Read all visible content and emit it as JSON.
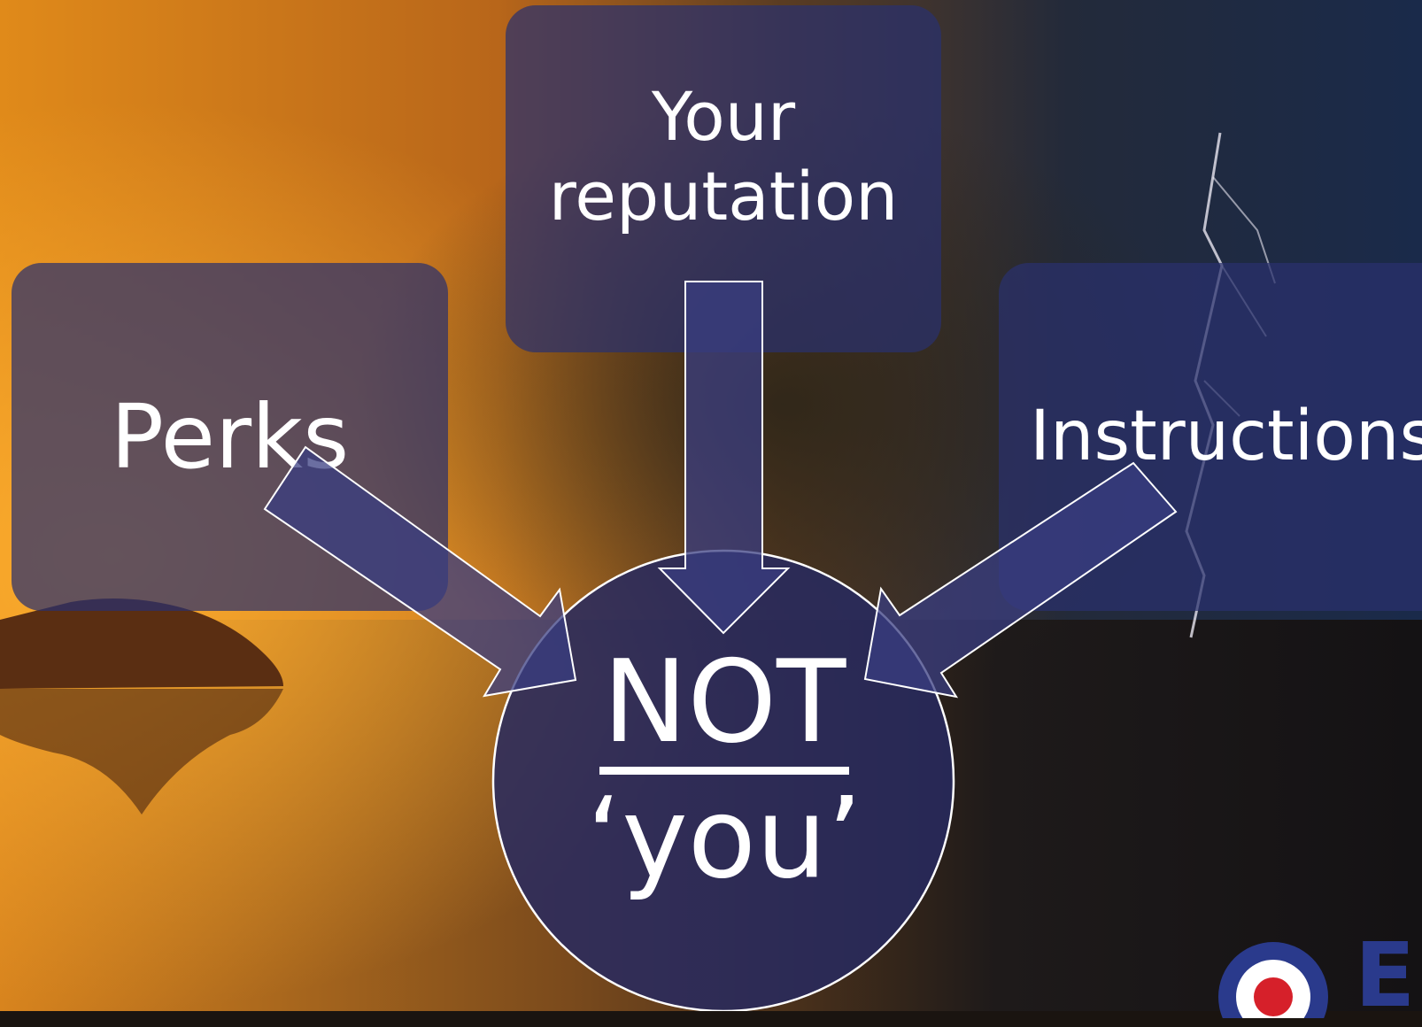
{
  "slide": {
    "top_box_label": "Your reputation",
    "left_box_label": "Perks",
    "right_box_label": "Instructions",
    "center_line1": "NOT",
    "center_line2": "‘you’",
    "logo_text": "E"
  },
  "colors": {
    "box_fill": "#2a306e",
    "circle_fill": "#2b2d5e",
    "text": "#ffffff",
    "logo_blue": "#2a3a8c",
    "logo_red": "#d6202a"
  }
}
